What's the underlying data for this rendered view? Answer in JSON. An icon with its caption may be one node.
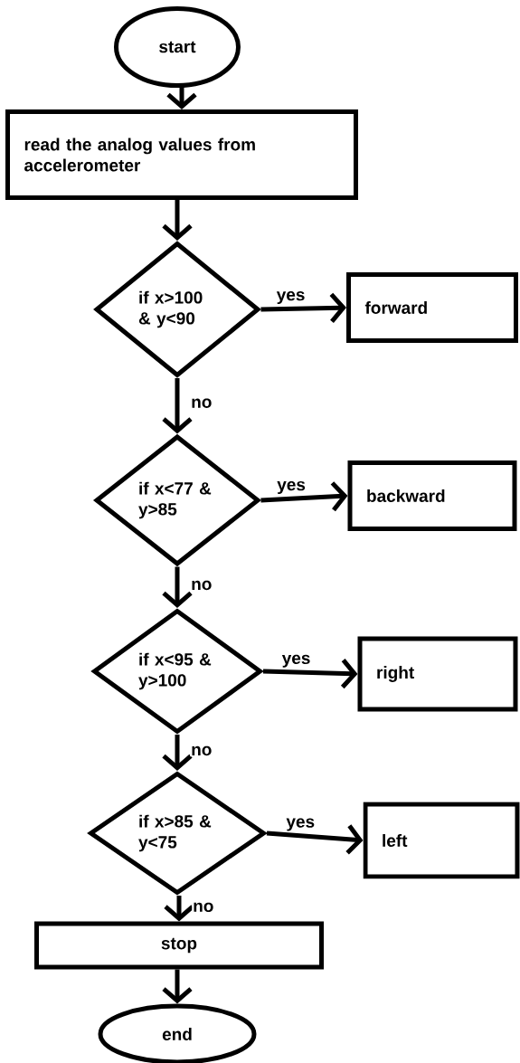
{
  "diagram": {
    "nodes": [
      {
        "text": [
          "start"
        ]
      },
      {
        "text": [
          "read the analog values from accelerometer"
        ]
      },
      {
        "text": [
          "if x>100 & y<90"
        ]
      },
      {
        "text": [
          "forward"
        ]
      },
      {
        "text": [
          "if x<77 & y>85"
        ]
      },
      {
        "text": [
          "backward"
        ]
      },
      {
        "text": [
          "if x<95 & y>100"
        ]
      },
      {
        "text": [
          "right"
        ]
      },
      {
        "text": [
          "if x>85 & y<75"
        ]
      },
      {
        "text": [
          "left"
        ]
      },
      {
        "text": [
          "stop"
        ]
      },
      {
        "text": [
          "end"
        ]
      }
    ],
    "edges": [
      {
        "from": 0,
        "to": 1,
        "arrow": "to"
      },
      {
        "from": 1,
        "to": 2,
        "arrow": "to"
      },
      {
        "from": 2,
        "to": 3,
        "arrow": "to",
        "label": "yes"
      },
      {
        "from": 2,
        "to": 4,
        "arrow": "to",
        "label": "no"
      },
      {
        "from": 4,
        "to": 5,
        "arrow": "to",
        "label": "yes"
      },
      {
        "from": 4,
        "to": 6,
        "arrow": "to",
        "label": "no"
      },
      {
        "from": 6,
        "to": 7,
        "arrow": "to",
        "label": "yes"
      },
      {
        "from": 6,
        "to": 8,
        "arrow": "to",
        "label": "no"
      },
      {
        "from": 8,
        "to": 9,
        "arrow": "to",
        "label": "yes"
      },
      {
        "from": 8,
        "to": 10,
        "arrow": "to",
        "label": "no"
      },
      {
        "from": 10,
        "to": 11,
        "arrow": "to"
      }
    ]
  }
}
